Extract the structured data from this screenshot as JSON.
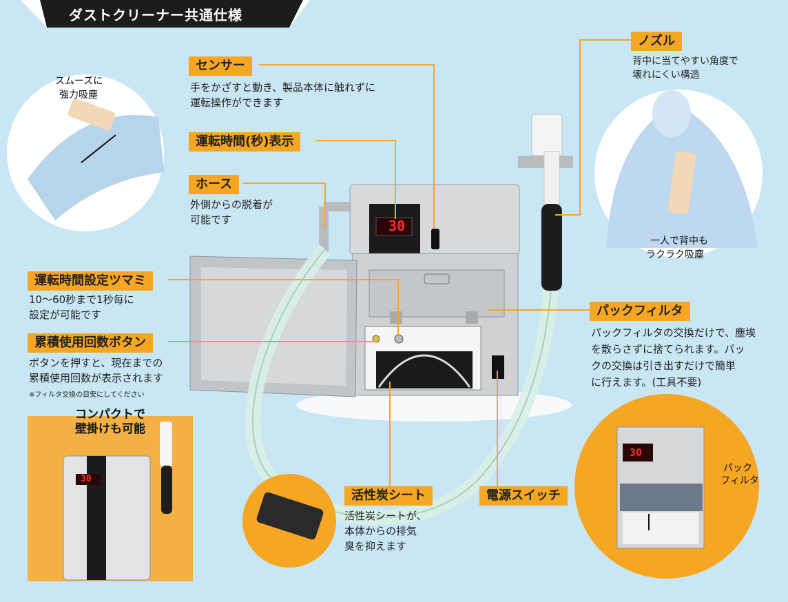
{
  "header": {
    "title": "ダストクリーナー共通仕様"
  },
  "callouts": {
    "sensor": {
      "label": "センサー",
      "desc1": "手をかざすと動き、製品本体に触れずに",
      "desc2": "運転操作ができます"
    },
    "timer_display": {
      "label": "運転時間(秒)表示"
    },
    "hose": {
      "label": "ホース",
      "desc1": "外側からの脱着が",
      "desc2": "可能です"
    },
    "timer_knob": {
      "label": "運転時間設定ツマミ",
      "desc1": "10～60秒まで1秒毎に",
      "desc2": "設定が可能です"
    },
    "counter_button": {
      "label": "累積使用回数ボタン",
      "desc1": "ボタンを押すと、現在までの",
      "desc2": "累積使用回数が表示されます",
      "note": "※フィルタ交換の目安にしてください"
    },
    "nozzle": {
      "label": "ノズル",
      "desc1": "背中に当てやすい角度で",
      "desc2": "壊れにくい構造"
    },
    "pack_filter": {
      "label": "パックフィルタ",
      "desc1": "パックフィルタの交換だけで、塵埃",
      "desc2": "を散らさずに捨てられます。パッ",
      "desc3": "クの交換は引き出すだけで簡単",
      "desc4": "に行えます。(工具不要)"
    },
    "carbon_sheet": {
      "label": "活性炭シート",
      "desc1": "活性炭シートが、",
      "desc2": "本体からの排気",
      "desc3": "臭を抑えます"
    },
    "power_switch": {
      "label": "電源スイッチ"
    }
  },
  "photos": {
    "arm": {
      "caption1": "スムーズに",
      "caption2": "強力吸塵"
    },
    "back": {
      "caption1": "一人で背中も",
      "caption2": "ラクラク吸塵"
    },
    "compact": {
      "title1": "コンパクトで",
      "title2": "壁掛けも可能",
      "display": "30"
    },
    "filter_swap": {
      "caption1": "パック",
      "caption2": "フィルタ",
      "display": "30"
    }
  },
  "machine": {
    "display": "30"
  },
  "colors": {
    "accent": "#f5a623",
    "background": "#c9e6f5",
    "header": "#1c1c1c",
    "display": "#ff2a2a"
  }
}
